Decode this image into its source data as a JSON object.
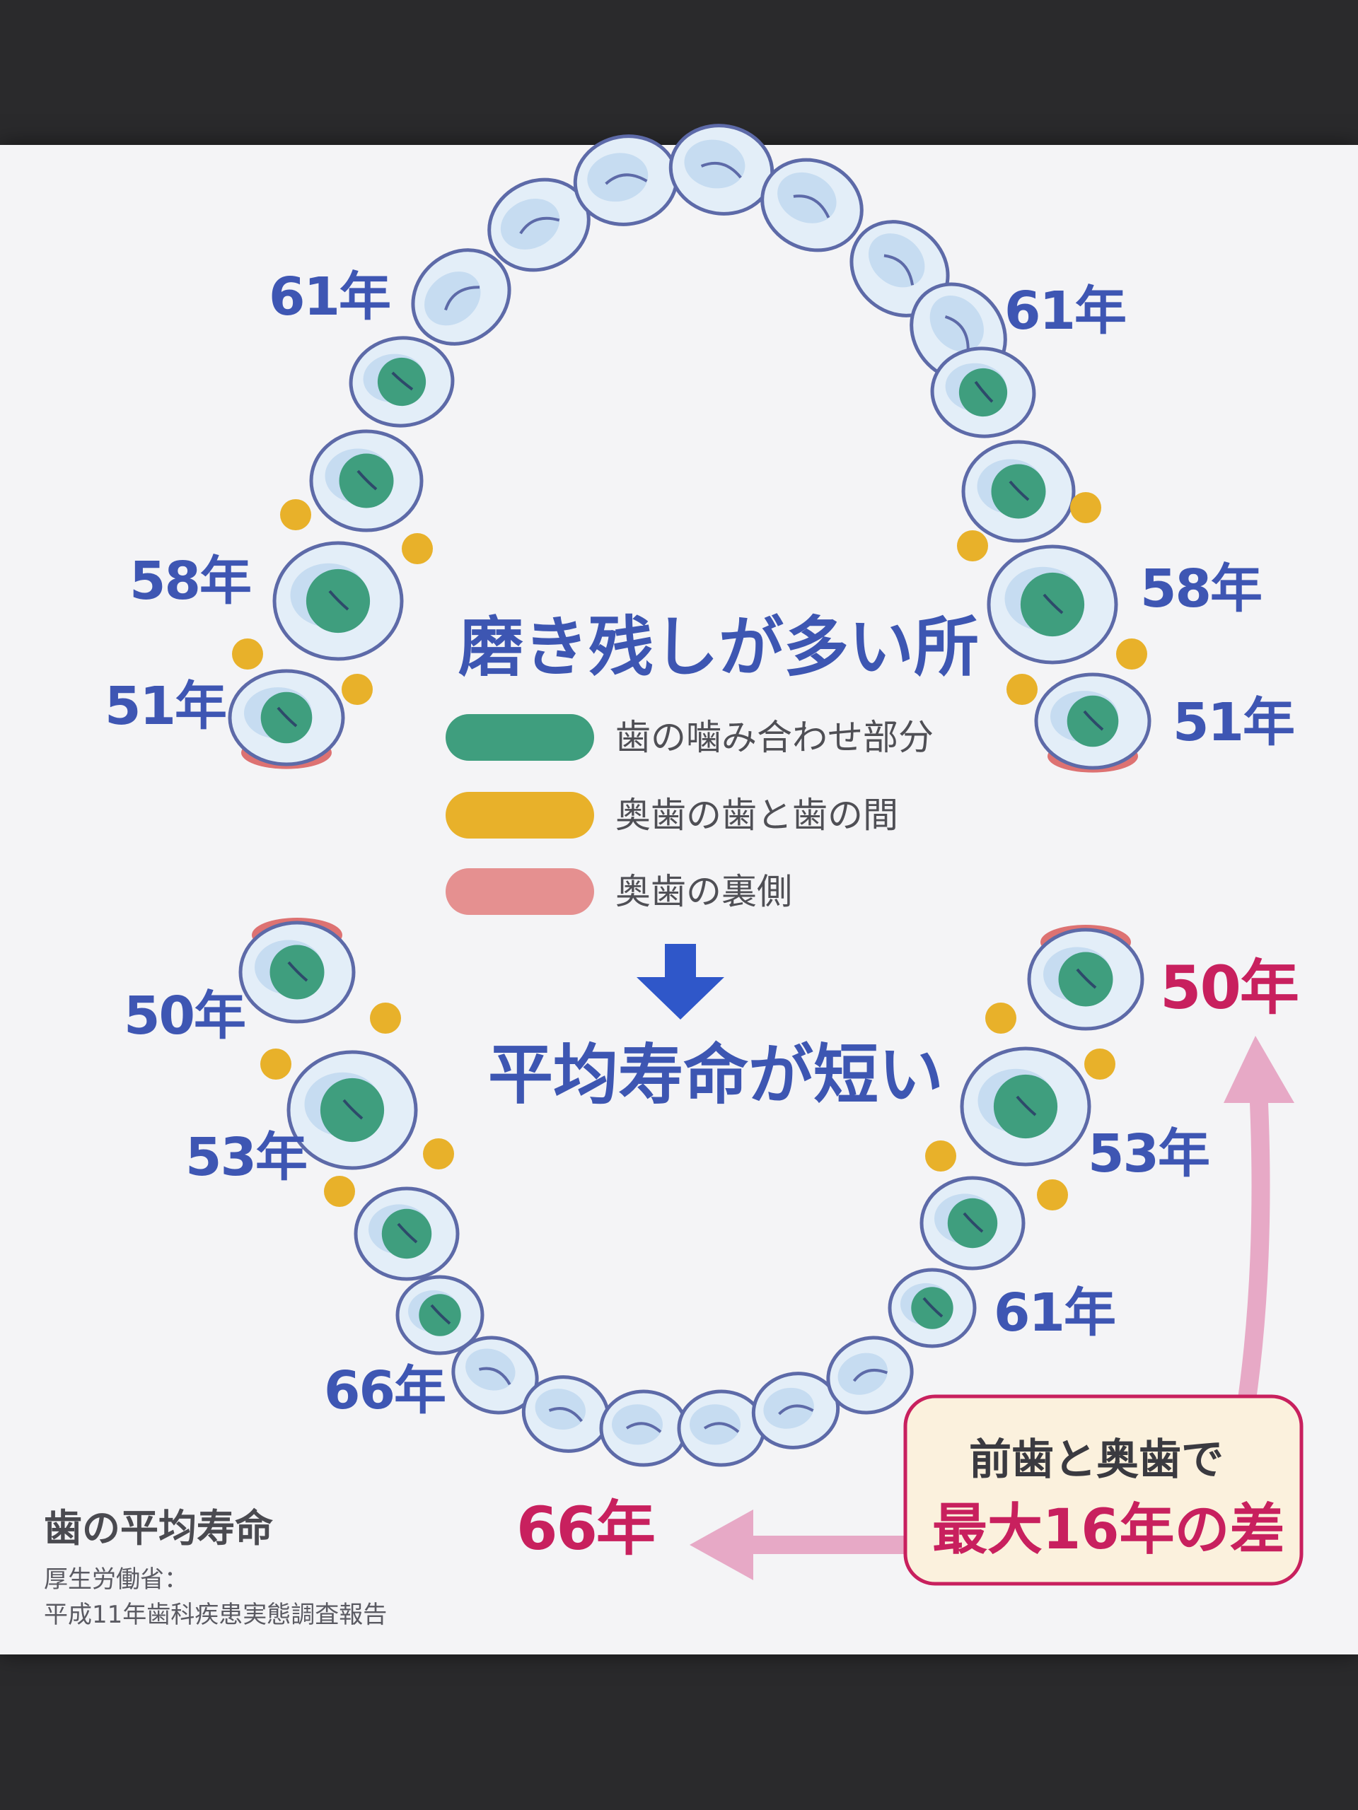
{
  "title": "磨き残しが多い所",
  "legend": [
    {
      "label": "歯の噛み合わせ部分",
      "color": "#3f9e7e"
    },
    {
      "label": "奥歯の歯と歯の間",
      "color": "#e8b12a"
    },
    {
      "label": "奥歯の裏側",
      "color": "#e08a8a"
    }
  ],
  "conclusion": "平均寿命が短い",
  "ages": {
    "upper_left_canine": "61年",
    "upper_left_molar1": "58年",
    "upper_left_molar2": "51年",
    "upper_right_canine": "61年",
    "upper_right_molar1": "58年",
    "upper_right_molar2": "51年",
    "lower_left_molar2": "50年",
    "lower_left_molar1": "53年",
    "lower_left_canine": "66年",
    "lower_right_molar2": "50年",
    "lower_right_molar1": "53年",
    "lower_right_premolar": "61年",
    "lower_front": "66年"
  },
  "callout": {
    "line1": "前歯と奥歯で",
    "line2": "最大16年の差"
  },
  "footer": {
    "title": "歯の平均寿命",
    "source_line1": "厚生労働省：",
    "source_line2": "平成11年歯科疾患実態調査報告"
  },
  "colors": {
    "occlusal": "#3f9e7e",
    "interproximal": "#e8b12a",
    "lingual": "#d85a5a",
    "age_text": "#3e56b3",
    "accent": "#c8205e",
    "arrow": "#2f57c9"
  }
}
